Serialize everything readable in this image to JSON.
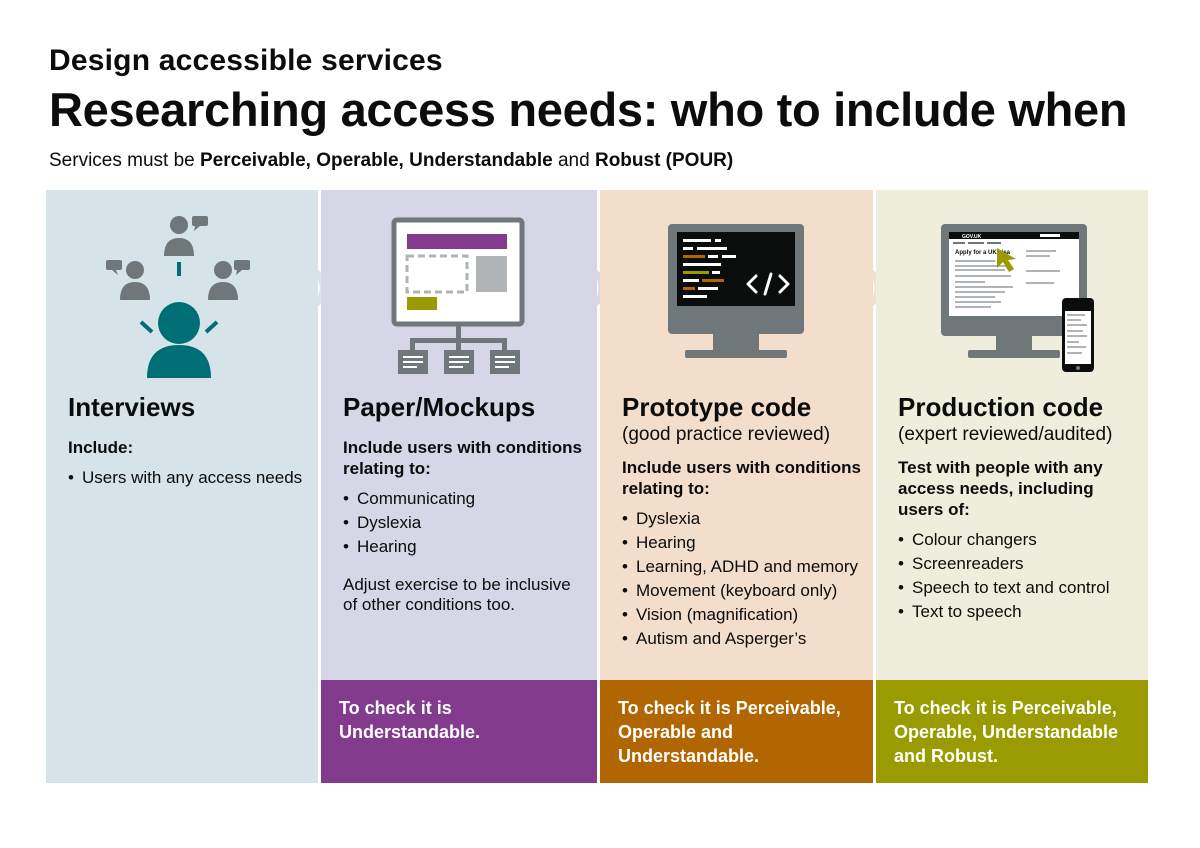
{
  "header": {
    "kicker": "Design accessible services",
    "title": "Researching access needs: who to include when",
    "subtitle_pre": "Services must be ",
    "subtitle_bold_1": "Perceivable, Operable, Understandable",
    "subtitle_mid": " and ",
    "subtitle_bold_2": "Robust (POUR)"
  },
  "colors": {
    "interviews_bg": "#d6e3e8",
    "paper_bg": "#d7d6e6",
    "prototype_bg": "#f2decb",
    "production_bg": "#efeedc",
    "purple": "#823b8d",
    "orange": "#b26601",
    "olive": "#9a9b00",
    "teal": "#006f75",
    "grey": "#6f777b"
  },
  "columns": [
    {
      "icon": "people-conversation-icon",
      "title": "Interviews",
      "include": "Include:",
      "bullets": [
        "Users with any access needs"
      ]
    },
    {
      "icon": "wireframe-screen-icon",
      "title": "Paper/Mockups",
      "include": "Include users with conditions relating to:",
      "bullets": [
        "Communicating",
        "Dyslexia",
        "Hearing"
      ],
      "note": "Adjust exercise to be inclusive of other conditions too.",
      "check": "To check it is Understandable."
    },
    {
      "icon": "code-monitor-icon",
      "title": "Prototype code",
      "subtitle": "(good practice reviewed)",
      "include": "Include users with conditions relating to:",
      "bullets": [
        "Dyslexia",
        "Hearing",
        "Learning, ADHD and memory",
        "Movement (keyboard only)",
        "Vision (magnification)",
        "Autism and Asperger’s"
      ],
      "check": "To check it is Perceivable, Operable and Understandable."
    },
    {
      "icon": "website-monitor-phone-icon",
      "title": "Production code",
      "subtitle": "(expert reviewed/audited)",
      "include": "Test with people with any access needs, including users of:",
      "bullets": [
        "Colour changers",
        "Screenreaders",
        "Speech to text and control",
        "Text to speech"
      ],
      "check": "To check it is Perceivable, Operable, Understandable and Robust."
    }
  ],
  "illustration": {
    "page_heading": "Apply for a UK visa",
    "brand": "GOV.UK"
  }
}
